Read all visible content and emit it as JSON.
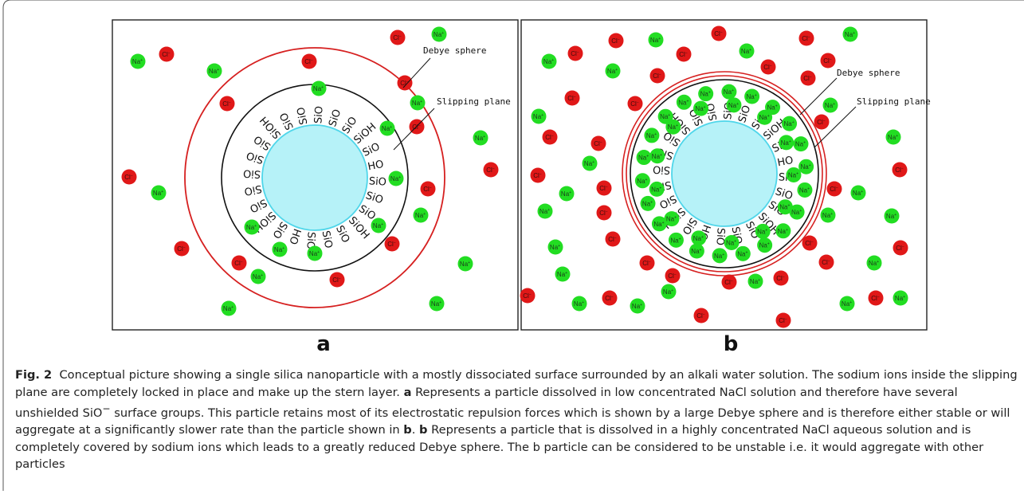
{
  "figure": {
    "panels": [
      {
        "letter": "a",
        "debye_label": "Debye sphere",
        "slipping_label": "Slipping plane"
      },
      {
        "letter": "b",
        "debye_label": "Debye sphere",
        "slipping_label": "Slipping plane"
      }
    ],
    "ion_labels": {
      "sodium": "Na",
      "chloride": "Cl",
      "cation_sign": "+",
      "anion_sign": "−"
    },
    "surface_group_labels": {
      "dissociated": "SiO",
      "protonated": "SiOH",
      "hydroxyl": "HO"
    },
    "colors": {
      "sodium": "#22dd22",
      "chloride": "#e01818",
      "particle_fill": "#b6f2f8",
      "particle_edge": "#4fd6ea",
      "debye_sphere": "#d62020",
      "slipping_plane": "#111111"
    }
  },
  "caption": {
    "fig_label": "Fig. 2",
    "s1": "Conceptual picture showing a single silica nanoparticle with a mostly dissociated surface surrounded by an alkali water solution. The sodium ions inside the slipping plane are completely locked in place and make up the stern layer.",
    "a_label": "a",
    "s2": "Represents a particle dissolved in low concentrated NaCl solution and therefore have several unshielded SiO",
    "sup_minus": "−",
    "s3": "surface groups. This particle retains most of its electrostatic repulsion forces which is shown by a large Debye sphere and is therefore either stable or will aggregate at a significantly slower rate than the particle shown in",
    "b_label_1": "b",
    "period": ".",
    "b_label_2": "b",
    "s4": "Represents a particle that is dissolved in a highly concentrated NaCl aqueous solution and is completely covered by sodium ions which leads to a greatly reduced Debye sphere. The b particle can be considered to be unstable i.e. it would aggregate with other particles"
  }
}
